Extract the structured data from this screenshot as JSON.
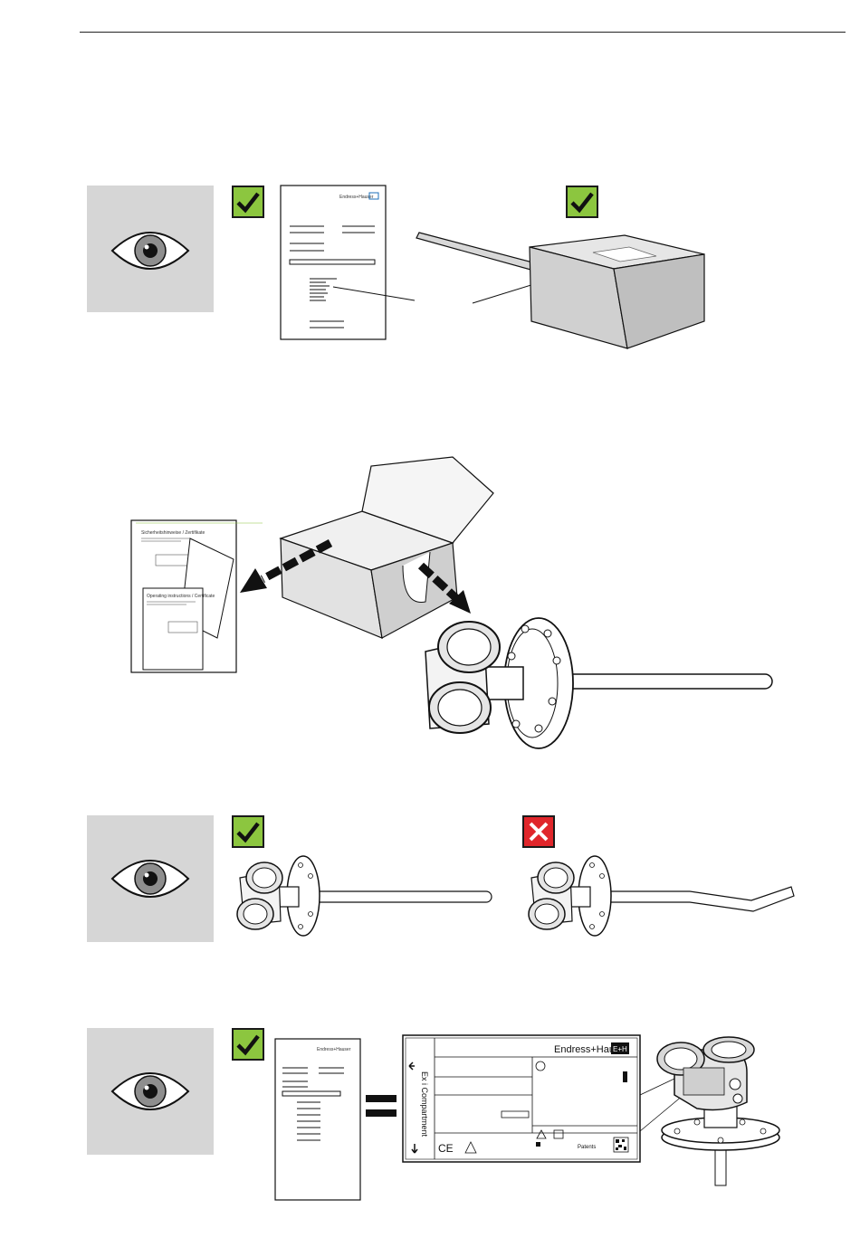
{
  "brand": {
    "name": "Endress+Hauser",
    "logo_mark": "E+H"
  },
  "figure1": {
    "check_icons": [
      "check-icon",
      "check-icon"
    ]
  },
  "figure2": {
    "doc_back_title": "Sicherheitshinweise / Zertifikate",
    "doc_front_title": "Operating instructions / Certificate"
  },
  "figure3": {
    "status_icons": [
      "check-icon",
      "cross-icon"
    ]
  },
  "figure4": {
    "compartment_label": "Ex i   Compartment",
    "patents_label": "Patents",
    "marks": [
      "CE",
      "Ex"
    ]
  },
  "colors": {
    "check": "#8cc63f",
    "cross": "#e0262b",
    "tile": "#d6d6d6"
  }
}
